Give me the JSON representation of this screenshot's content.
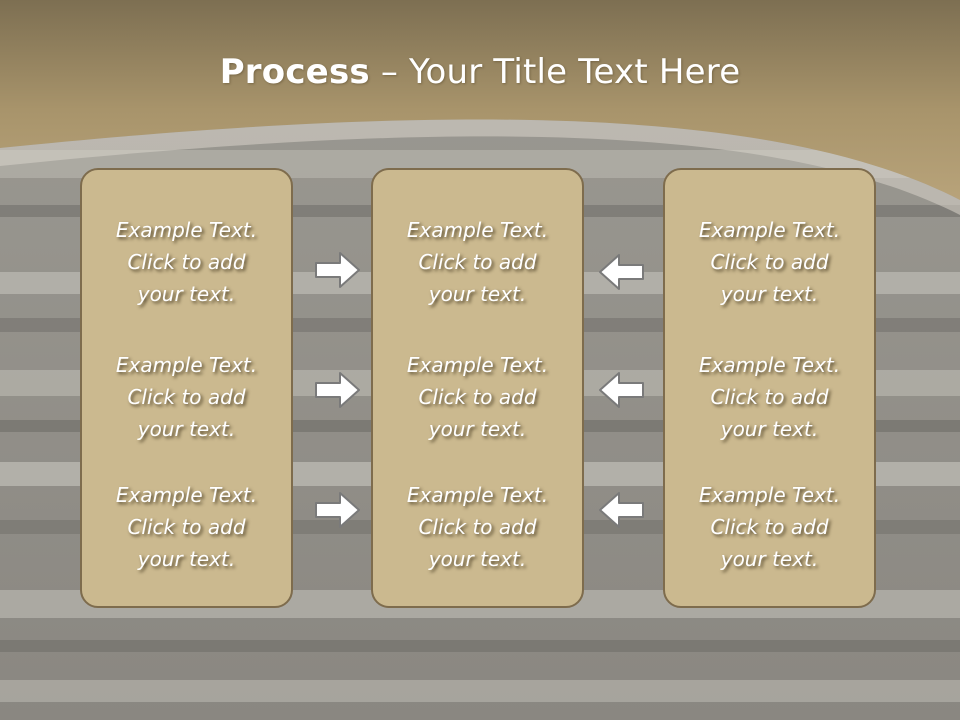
{
  "slide": {
    "title_bold": "Process",
    "title_rest": " – Your Title Text Here"
  },
  "icons": {
    "arrow_right": "arrow-right-icon",
    "arrow_left": "arrow-left-icon"
  },
  "colors": {
    "banner": "#b39e72",
    "panel_fill": "#cbb98f",
    "panel_border": "#7e6c4d",
    "text": "#ffffff",
    "arrow_fill": "#ffffff",
    "arrow_stroke": "#7a7a7a"
  },
  "panels": [
    {
      "items": [
        {
          "line1": "Example Text.",
          "line2": "Click  to add",
          "line3": "your text."
        },
        {
          "line1": "Example Text.",
          "line2": "Click  to add",
          "line3": "your text."
        },
        {
          "line1": "Example Text.",
          "line2": "Click  to add",
          "line3": "your text."
        }
      ]
    },
    {
      "items": [
        {
          "line1": "Example Text.",
          "line2": "Click  to add",
          "line3": "your text."
        },
        {
          "line1": "Example Text.",
          "line2": "Click  to add",
          "line3": "your text."
        },
        {
          "line1": "Example Text.",
          "line2": "Click  to add",
          "line3": "your text."
        }
      ]
    },
    {
      "items": [
        {
          "line1": "Example Text.",
          "line2": "Click  to add",
          "line3": "your text."
        },
        {
          "line1": "Example Text.",
          "line2": "Click  to add",
          "line3": "your text."
        },
        {
          "line1": "Example Text.",
          "line2": "Click  to add",
          "line3": "your text."
        }
      ]
    }
  ]
}
